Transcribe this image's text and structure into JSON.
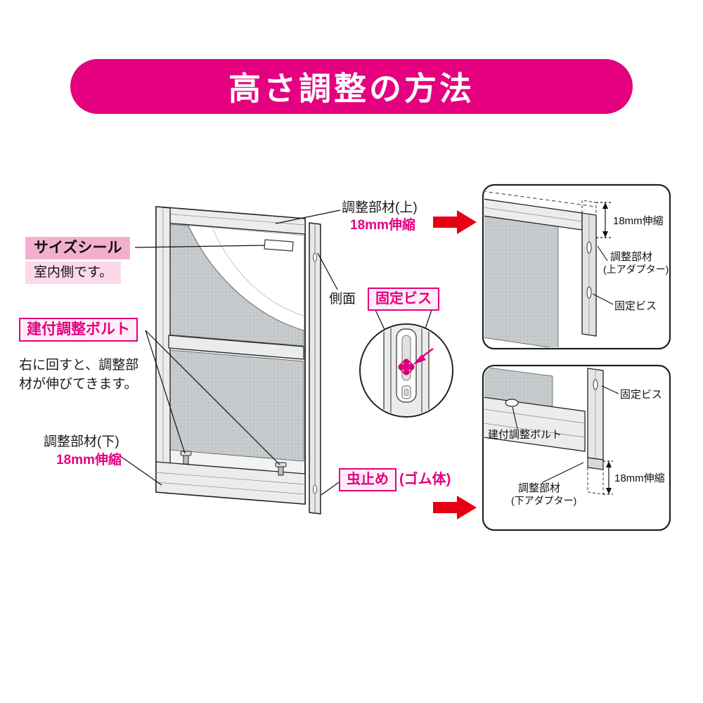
{
  "banner": {
    "title": "高さ調整の方法"
  },
  "colors": {
    "magenta": "#e4007f",
    "red_arrow": "#e60012",
    "pink_bg": "#f4afcf",
    "pink_bg_light": "#fbd9e9"
  },
  "main_labels": {
    "size_seal": "サイズシール",
    "indoor_side": "室内側です。",
    "fitting_bolt": "建付調整ボルト",
    "bolt_note_line1": "右に回すと、調整部",
    "bolt_note_line2": "材が伸びてきます。",
    "adjuster_bottom": "調整部材(下)",
    "adjuster_bottom_range": "18mm伸縮",
    "adjuster_top": "調整部材(上)",
    "adjuster_top_range": "18mm伸縮",
    "side_face": "側面",
    "fixing_screw": "固定ビス",
    "insect_stopper": "虫止め",
    "rubber_body": "(ゴム体)"
  },
  "detail_top": {
    "range": "18mm伸縮",
    "member": "調整部材",
    "member_sub": "(上アダプター)",
    "fixing_screw": "固定ビス"
  },
  "detail_bottom": {
    "fixing_screw": "固定ビス",
    "fitting_bolt": "建付調整ボルト",
    "member": "調整部材",
    "member_sub": "(下アダプター)",
    "range": "18mm伸縮"
  }
}
